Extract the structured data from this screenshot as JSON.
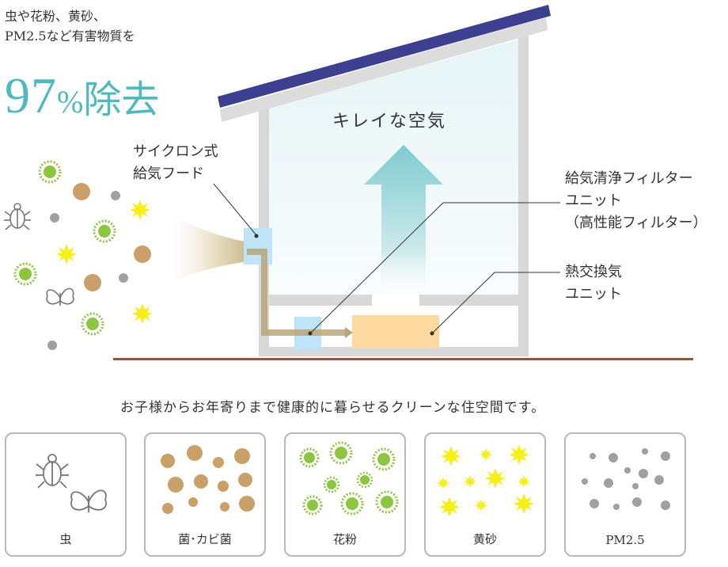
{
  "headline": {
    "line1": "虫や花粉、黄砂、",
    "line2": "PM2.5など有害物質を",
    "percent": "97",
    "percent_sign": "%",
    "percent_suffix": "除去"
  },
  "diagram": {
    "clean_air_label": "キレイな空気",
    "hood_label_line1": "サイクロン式",
    "hood_label_line2": "給気フード",
    "filter_label_line1": "給気清浄フィルター",
    "filter_label_line2": "ユニット",
    "filter_label_line3": "（高性能フィルター）",
    "exchanger_label_line1": "熱交換気",
    "exchanger_label_line2": "ユニット"
  },
  "tagline": "お子様からお年寄りまで健康的に暮らせるクリーンな住空間です。",
  "cards": [
    {
      "label": "虫"
    },
    {
      "label": "菌･カビ菌"
    },
    {
      "label": "花粉"
    },
    {
      "label": "黄砂"
    },
    {
      "label": "PM2.5"
    }
  ],
  "colors": {
    "accent_teal": "#4fb9bf",
    "bacteria_brown": "#c8a068",
    "pollen_green": "#8cc63f",
    "sand_yellow": "#f7ef1a",
    "pm_gray": "#a0a0a0",
    "roof_navy": "#3d3f8f",
    "floor_brown": "#8b5a3c",
    "duct_tan": "#b8a67a",
    "exchanger_orange": "#fdd9a0",
    "filter_blue": "#bfe3f7"
  }
}
